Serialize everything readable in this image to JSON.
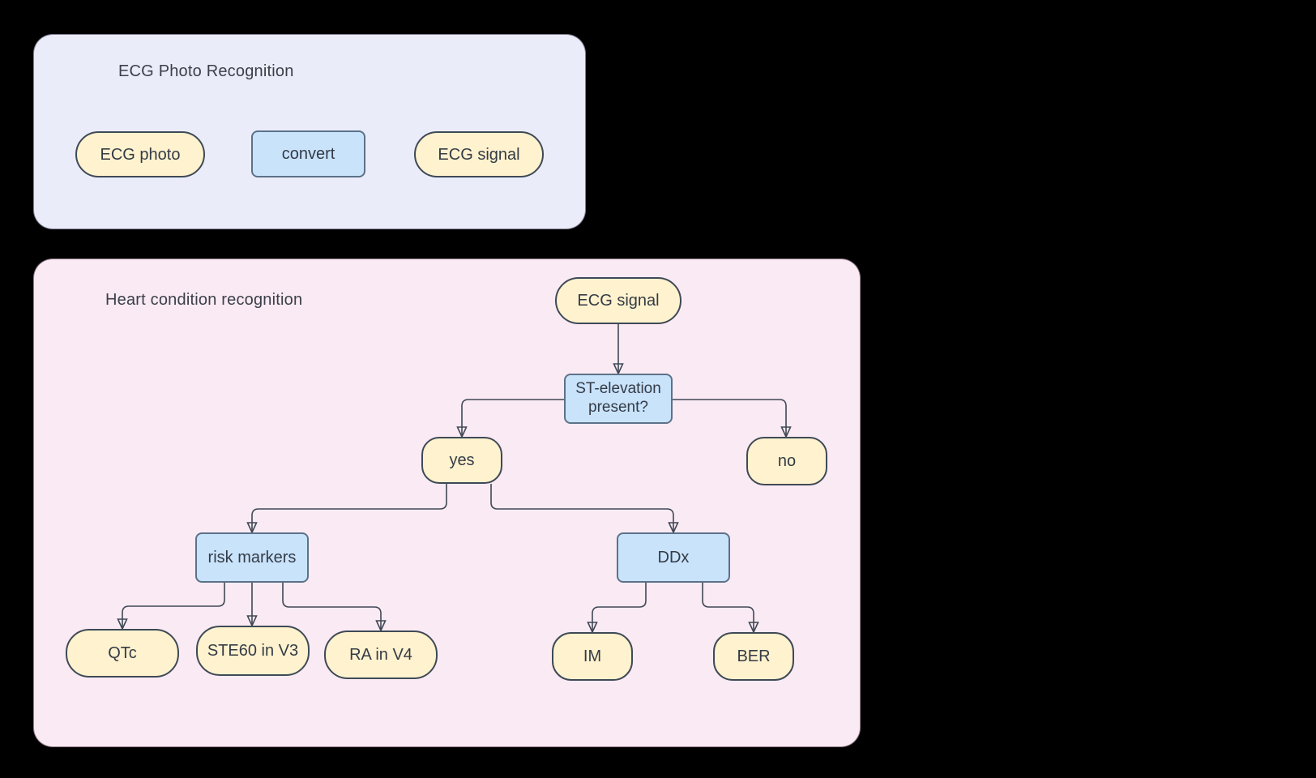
{
  "photo_panel": {
    "title": "ECG Photo Recognition",
    "nodes": {
      "ecg_photo": "ECG photo",
      "convert": "convert",
      "ecg_signal": "ECG signal"
    }
  },
  "heart_panel": {
    "title": "Heart condition recognition",
    "nodes": {
      "ecg_signal": "ECG signal",
      "st_elevation": "ST-elevation present?",
      "yes": "yes",
      "no": "no",
      "risk_markers": "risk markers",
      "ddx": "DDx",
      "qtc": "QTc",
      "ste60": "STE60 in V3",
      "ra_v4": "RA in V4",
      "im": "IM",
      "ber": "BER"
    },
    "edges": [
      {
        "from": "ECG signal",
        "to": "ST-elevation present?"
      },
      {
        "from": "ST-elevation present?",
        "to": "yes"
      },
      {
        "from": "ST-elevation present?",
        "to": "no"
      },
      {
        "from": "yes",
        "to": "risk markers"
      },
      {
        "from": "yes",
        "to": "DDx"
      },
      {
        "from": "risk markers",
        "to": "QTc"
      },
      {
        "from": "risk markers",
        "to": "STE60 in V3"
      },
      {
        "from": "risk markers",
        "to": "RA in V4"
      },
      {
        "from": "DDx",
        "to": "IM"
      },
      {
        "from": "DDx",
        "to": "BER"
      }
    ]
  },
  "colors": {
    "lavender-panel": "#ebecfa",
    "pink-panel": "#faeaf4",
    "yellow-fill": "#fff2ce",
    "blue-fill": "#c9e3fb",
    "pill-stroke": "#3e4a56",
    "box-stroke": "#5c7288",
    "line-color": "#3f4854",
    "node-text": "#343b46",
    "title-text": "#3c4049",
    "page-background": "#000000"
  }
}
